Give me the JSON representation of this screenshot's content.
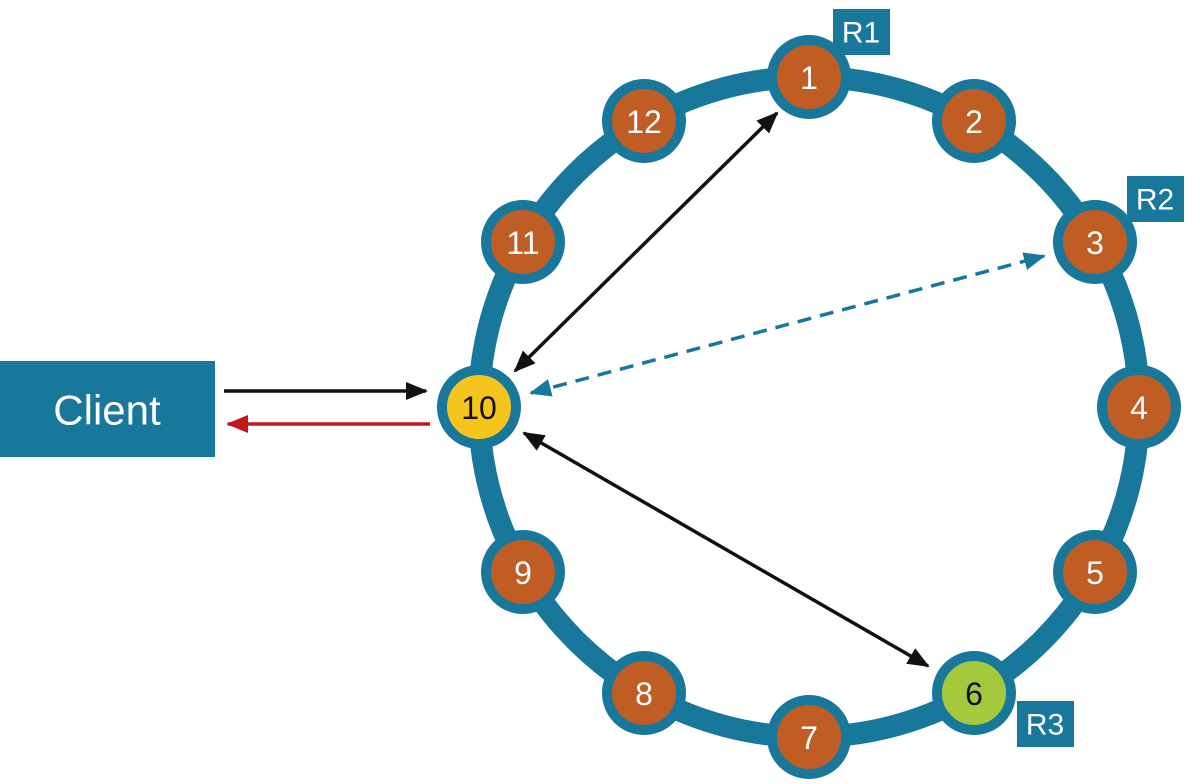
{
  "client": {
    "label": "Client"
  },
  "ring": {
    "node_count": 12,
    "description": "consistent hashing ring of 12 nodes arranged like a clock"
  },
  "nodes": [
    {
      "label": "1",
      "state": "replica",
      "tag": "R1"
    },
    {
      "label": "2",
      "state": "default",
      "tag": null
    },
    {
      "label": "3",
      "state": "replica",
      "tag": "R2"
    },
    {
      "label": "4",
      "state": "default",
      "tag": null
    },
    {
      "label": "5",
      "state": "default",
      "tag": null
    },
    {
      "label": "6",
      "state": "replica-green",
      "tag": "R3"
    },
    {
      "label": "7",
      "state": "default",
      "tag": null
    },
    {
      "label": "8",
      "state": "default",
      "tag": null
    },
    {
      "label": "9",
      "state": "default",
      "tag": null
    },
    {
      "label": "10",
      "state": "coordinator",
      "tag": null
    },
    {
      "label": "11",
      "state": "default",
      "tag": null
    },
    {
      "label": "12",
      "state": "default",
      "tag": null
    }
  ],
  "replica_tags": [
    {
      "label": "R1",
      "node": "1"
    },
    {
      "label": "R2",
      "node": "3"
    },
    {
      "label": "R3",
      "node": "6"
    }
  ],
  "edges": [
    {
      "from": "client",
      "to": "node-10",
      "style": "solid",
      "color": "black",
      "direction": "one-way"
    },
    {
      "from": "node-10",
      "to": "client",
      "style": "solid",
      "color": "red",
      "direction": "one-way"
    },
    {
      "from": "node-10",
      "to": "node-1",
      "style": "solid",
      "color": "black",
      "direction": "two-way"
    },
    {
      "from": "node-10",
      "to": "node-3",
      "style": "dashed",
      "color": "teal",
      "direction": "two-way"
    },
    {
      "from": "node-10",
      "to": "node-6",
      "style": "solid",
      "color": "black",
      "direction": "two-way"
    }
  ],
  "colors": {
    "ring": "#17789B",
    "node": "#C05D24",
    "coordinator": "#F5C51D",
    "replica_green": "#A5C93D",
    "client_box": "#17789B",
    "arrow": "#111111",
    "arrow_red": "#C3161C",
    "arrow_dashed": "#17789B"
  }
}
